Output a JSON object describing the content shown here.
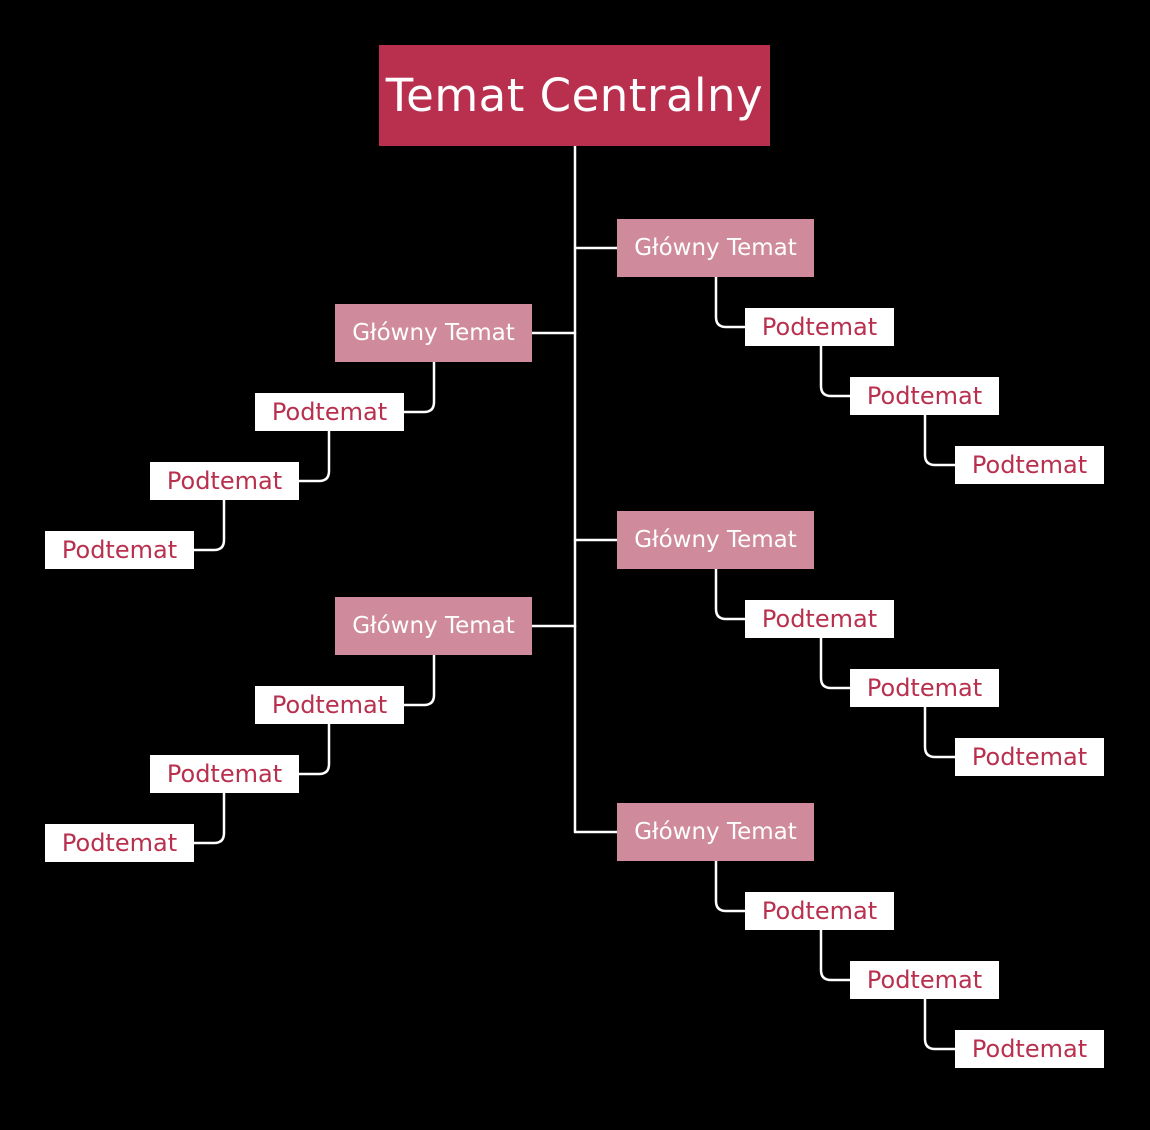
{
  "colors": {
    "background": "#000000",
    "central_fill": "#b8304e",
    "central_text": "#ffffff",
    "main_fill": "#cf8a9b",
    "main_text": "#ffffff",
    "sub_fill": "#ffffff",
    "sub_text": "#b8304e",
    "connector": "#ffffff"
  },
  "central": {
    "label": "Temat Centralny"
  },
  "branches": [
    {
      "label": "Główny Temat",
      "subtopics": [
        "Podtemat",
        "Podtemat",
        "Podtemat"
      ]
    },
    {
      "label": "Główny Temat",
      "subtopics": [
        "Podtemat",
        "Podtemat",
        "Podtemat"
      ]
    },
    {
      "label": "Główny Temat",
      "subtopics": [
        "Podtemat",
        "Podtemat",
        "Podtemat"
      ]
    },
    {
      "label": "Główny Temat",
      "subtopics": [
        "Podtemat",
        "Podtemat",
        "Podtemat"
      ]
    },
    {
      "label": "Główny Temat",
      "subtopics": [
        "Podtemat",
        "Podtemat",
        "Podtemat"
      ]
    }
  ]
}
